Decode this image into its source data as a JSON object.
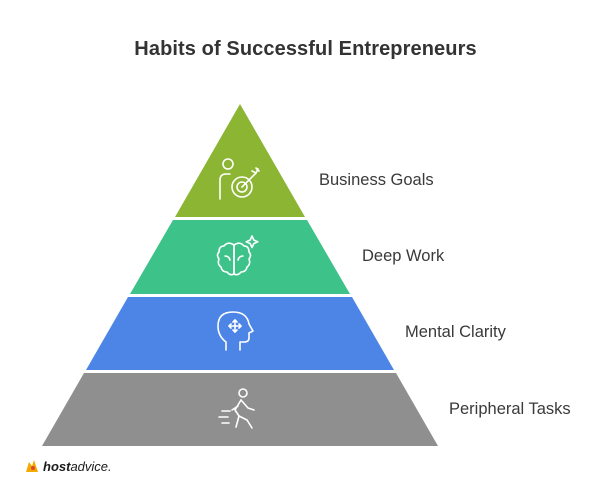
{
  "title": "Habits of Successful Entrepreneurs",
  "levels": [
    {
      "label": "Business Goals",
      "icon": "target-person-icon",
      "color": "#8db534"
    },
    {
      "label": "Deep Work",
      "icon": "brain-sparkle-icon",
      "color": "#3dc389"
    },
    {
      "label": "Mental Clarity",
      "icon": "head-focus-icon",
      "color": "#4d85e6"
    },
    {
      "label": "Peripheral Tasks",
      "icon": "walking-person-icon",
      "color": "#8f8f8f"
    }
  ],
  "brand": {
    "part1": "host",
    "part2": "advice."
  }
}
